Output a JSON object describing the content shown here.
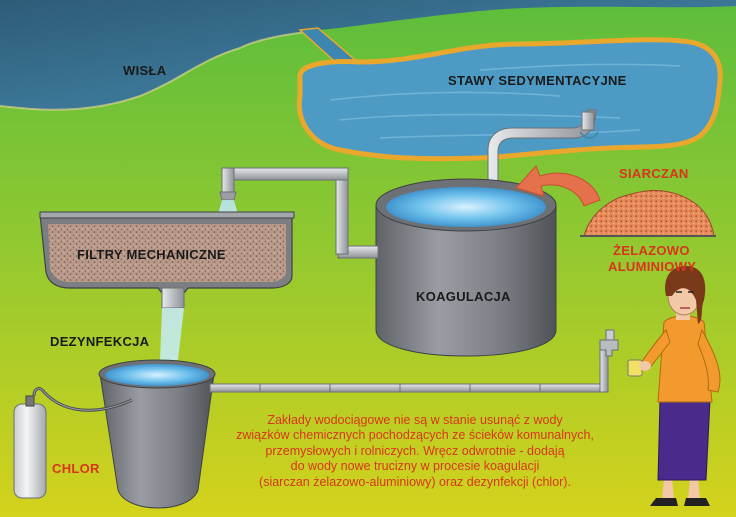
{
  "labels": {
    "river": "WISŁA",
    "ponds": "STAWY SEDYMENTACYJNE",
    "sulfate": "SIARCZAN",
    "compound_line1": "ŻELAZOWO",
    "compound_line2": "ALUMINIOWY",
    "filters": "FILTRY MECHANICZNE",
    "coagulation": "KOAGULACJA",
    "disinfection": "DEZYNFEKCJA",
    "chlorine": "CHLOR"
  },
  "caption_lines": [
    "Zakłady wodociągowe nie są w stanie usunąć z wody",
    "związków chemicznych pochodzących ze ścieków komunalnych,",
    "przemysłowych i rolniczych. Wręcz odwrotnie - dodają",
    "do wody nowe trucizny w procesie koagulacji",
    "(siarczan żelazowo-aluminiowy) oraz dezynfekcji (chlor)."
  ],
  "colors": {
    "sky_top": "#5cbd3c",
    "ground_bottom": "#d4d21c",
    "water": "#3d95c9",
    "label_dark": "#1a1a1a",
    "label_red": "#d8361c",
    "arrow": "#e4704c",
    "pond_rim": "#e9a82c",
    "tank_metal": "#7a7e84"
  }
}
